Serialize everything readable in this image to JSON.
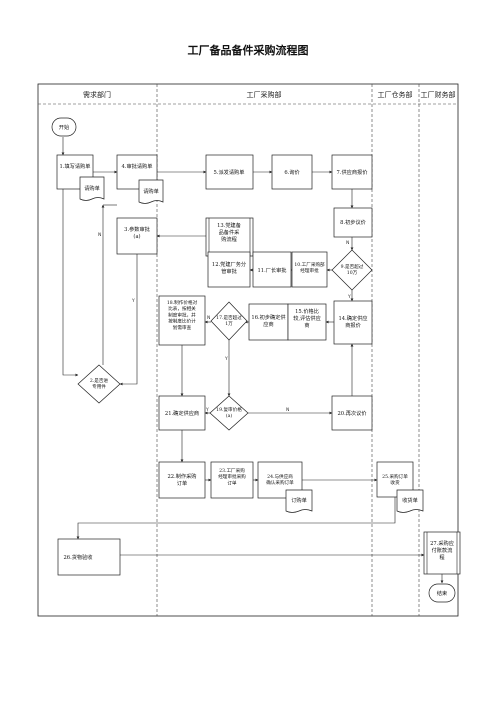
{
  "title": "工厂备品备件采购流程图",
  "lanes": [
    "需求部门",
    "工厂采购部",
    "工厂仓务部",
    "工厂财务部"
  ],
  "yes": "Y",
  "no": "N",
  "nodes": {
    "start": "开始",
    "n1": [
      "1.填写请购单"
    ],
    "doc_req1": [
      "请购单"
    ],
    "n4": [
      "4.审批请购单"
    ],
    "doc_req2": [
      "请购单"
    ],
    "n5": [
      "5.派发请购单"
    ],
    "n6": [
      "6.询价"
    ],
    "n7": [
      "7.供应商报价"
    ],
    "n3": [
      "3.参数审批",
      "(a)"
    ],
    "n13": [
      "13.党建备",
      "品备件采",
      "购流程"
    ],
    "n8": [
      "8.初步议价"
    ],
    "n12": [
      "12.党建厂务分",
      "管审批"
    ],
    "n11": [
      "11.厂长审批"
    ],
    "n10": [
      "10.工厂采购部",
      "经理审批"
    ],
    "n9": [
      "9.是否超过",
      "10万"
    ],
    "n18": [
      "18.制作价格对",
      "比表，按相关",
      "制度审批，并",
      "按制度比价计",
      "划需审查"
    ],
    "n17": [
      "17.是否超过",
      "1万"
    ],
    "n16": [
      "16.初步确定供",
      "应商"
    ],
    "n15": [
      "15.价格比",
      "较,评估供应",
      "商"
    ],
    "n14": [
      "14.确定供应",
      "商报价"
    ],
    "n2": [
      "2.是否进",
      "专用件"
    ],
    "n21": [
      "21.确定供应商"
    ],
    "n19": [
      "19.复审价格",
      "(a)"
    ],
    "n20": [
      "20.再次议价"
    ],
    "n22": [
      "22.制作采购",
      "订单"
    ],
    "n23": [
      "23.工厂采购",
      "经理审批采购",
      "订单"
    ],
    "n24": [
      "24.与供应商",
      "确认采购订单"
    ],
    "doc_order": [
      "订购单"
    ],
    "n25": [
      "25.采购订单",
      "收货"
    ],
    "doc_receipt": [
      "收货单"
    ],
    "n26": [
      "26.货物验收"
    ],
    "n27": [
      "27.采购应",
      "付账款流",
      "程"
    ],
    "end": "结束"
  }
}
